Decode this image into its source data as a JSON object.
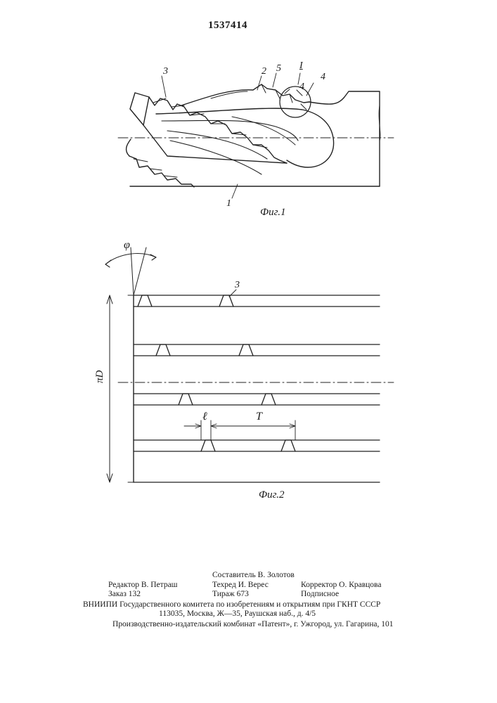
{
  "patent_number": "1537414",
  "figure1": {
    "caption": "Фиг.1",
    "labels": {
      "l1": "1",
      "l2": "2",
      "l3": "3",
      "l4a": "4",
      "l4b": "4",
      "l5": "5",
      "detail": "I"
    }
  },
  "figure2": {
    "caption": "Фиг.2",
    "labels": {
      "phi": "φ",
      "three": "3",
      "piD": "πD",
      "ell": "ℓ",
      "T": "T"
    }
  },
  "footer": {
    "compiler": "Составитель В. Золотов",
    "editor": "Редактор В. Петраш",
    "techred": "Техред И. Верес",
    "corrector": "Корректор О. Кравцова",
    "order": "Заказ 132",
    "print_run": "Тираж 673",
    "subscription": "Подписное",
    "vniipi": "ВНИИПИ Государственного комитета по изобретениям и открытиям при ГКНТ СССР",
    "address": "113035, Москва, Ж—35, Раушская наб., д. 4/5",
    "plant": "Производственно-издательский комбинат «Патент», г. Ужгород, ул. Гагарина, 101"
  }
}
